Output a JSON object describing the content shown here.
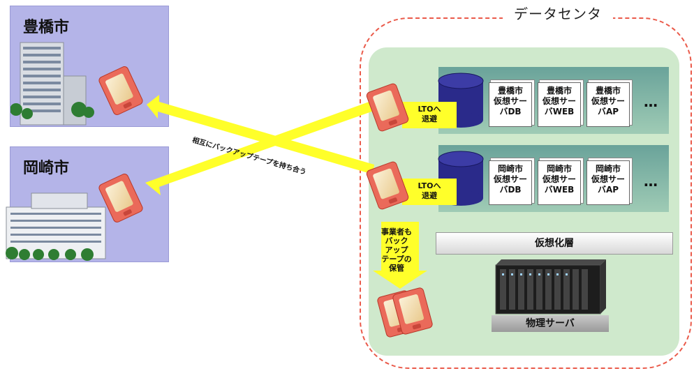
{
  "cities": {
    "toyohashi": {
      "name": "豊橋市"
    },
    "okazaki": {
      "name": "岡崎市"
    }
  },
  "arrow": {
    "label": "相互にバックアップテープを持ち合う"
  },
  "datacenter": {
    "title": "データセンタ",
    "lto_top": "LTOへ\n退避",
    "lto_bottom": "LTOへ\n退避",
    "custody_note": "事業者も\nバック\nアップ\nテープの\n保管",
    "virtualization_layer": "仮想化層",
    "physical_server": "物理サーバ",
    "ellipsis": "…",
    "toyohashi_vms": [
      "豊橋市\n仮想サー\nバDB",
      "豊橋市\n仮想サー\nバWEB",
      "豊橋市\n仮想サー\nバAP"
    ],
    "okazaki_vms": [
      "岡崎市\n仮想サー\nバDB",
      "岡崎市\n仮想サー\nバWEB",
      "岡崎市\n仮想サー\nバAP"
    ]
  },
  "colors": {
    "city_panel": "#b4b4e8",
    "arrow": "#ffff2a",
    "datacenter_border": "#ea5a4a",
    "datacenter_fill": "#cfe9cc",
    "tape": "#ea6a5a",
    "db": "#2a2a8a"
  }
}
